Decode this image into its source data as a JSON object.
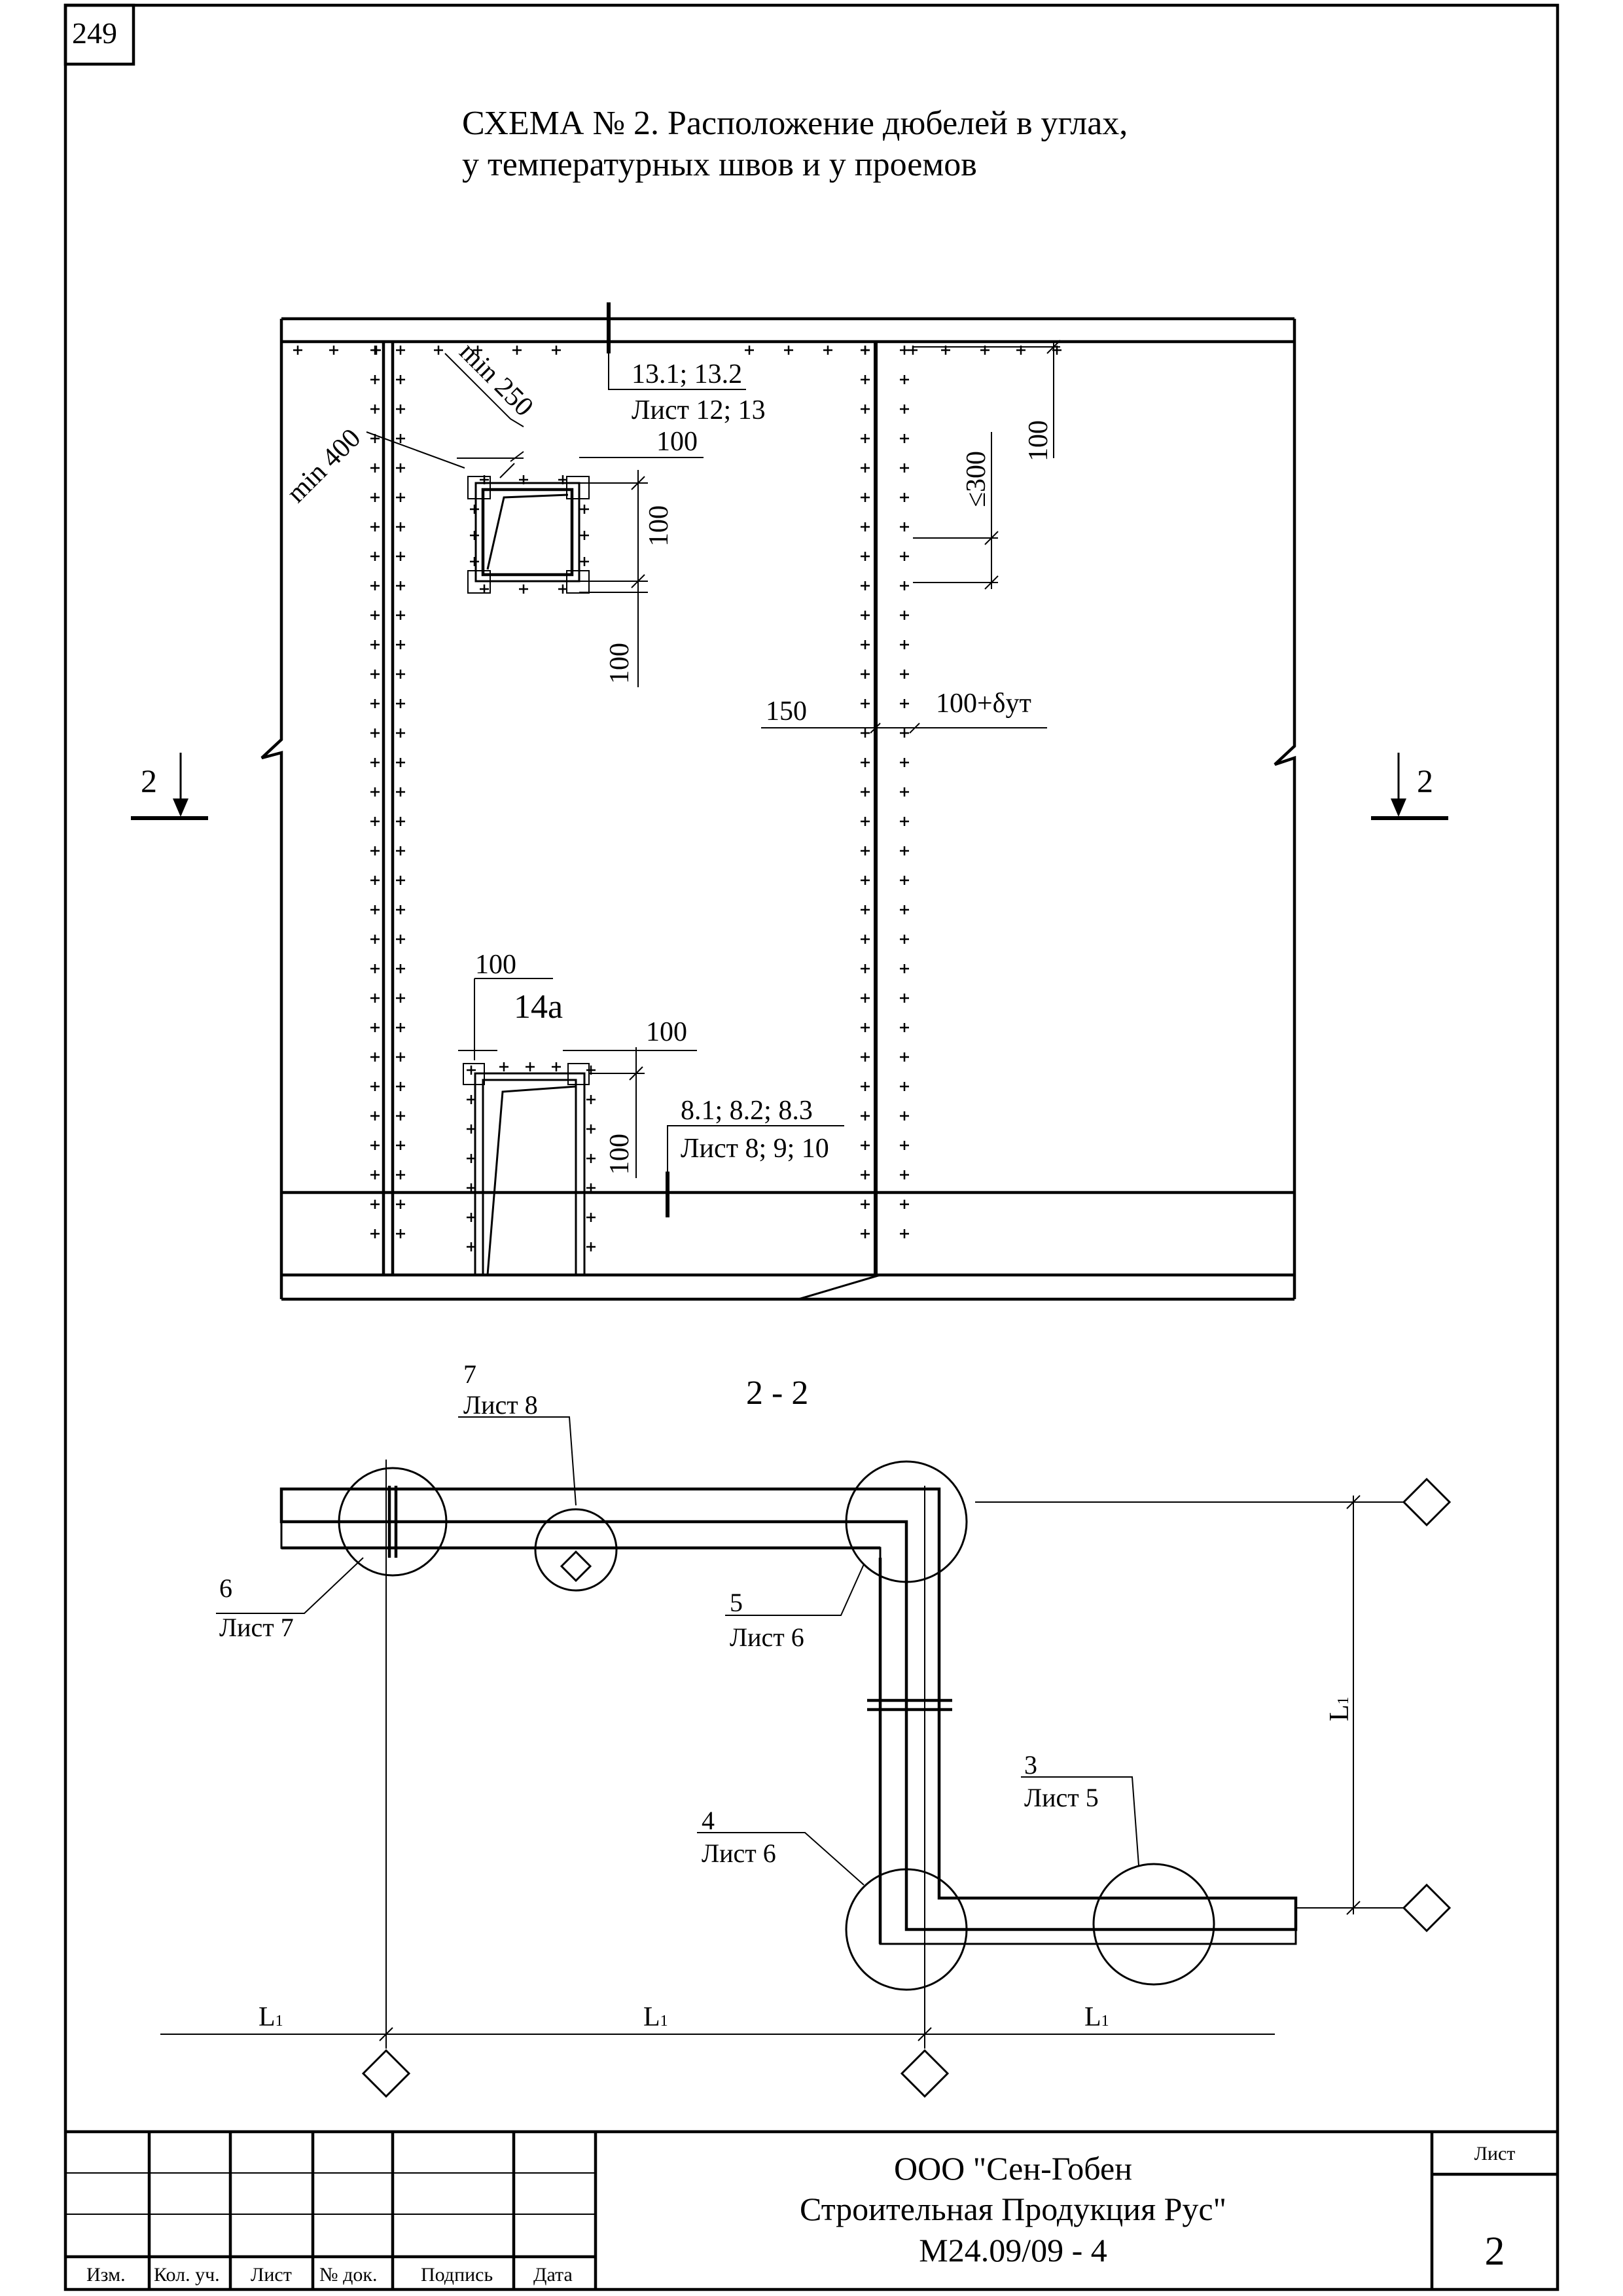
{
  "page_number": "249",
  "title": {
    "line1": "СХЕМА № 2. Расположение дюбелей в углах,",
    "line2": "у температурных швов и у проемов"
  },
  "elevation": {
    "section_mark": "2",
    "dims": {
      "min_400": "min 400",
      "min_250": "min 250",
      "d100_a": "100",
      "d100_b": "100",
      "d100_c": "100",
      "d100_right": "100",
      "le_300": "≤300",
      "d150": "150",
      "d100_dyt": "100+δут",
      "d100_door_top": "100",
      "d100_door_right": "100",
      "d100_door_vert": "100"
    },
    "labels": {
      "ref_top_line1": "13.1; 13.2",
      "ref_top_line2": "Лист 12; 13",
      "ref_bottom_line1": "8.1; 8.2; 8.3",
      "ref_bottom_line2": "Лист 8; 9; 10",
      "door_mark": "14а"
    }
  },
  "section": {
    "title": "2 - 2",
    "callouts": [
      {
        "num": "7",
        "sheet": "Лист 8"
      },
      {
        "num": "6",
        "sheet": "Лист 7"
      },
      {
        "num": "5",
        "sheet": "Лист 6"
      },
      {
        "num": "4",
        "sheet": "Лист 6"
      },
      {
        "num": "3",
        "sheet": "Лист 5"
      }
    ],
    "dim_L": "L",
    "dim_L_sub": "1"
  },
  "title_block": {
    "company_line1": "ООО \"Сен-Гобен",
    "company_line2": "Строительная Продукция Рус\"",
    "doc_code": "М24.09/09 - 4",
    "sheet_label": "Лист",
    "sheet_number": "2",
    "columns": [
      "Изм.",
      "Кол. уч.",
      "Лист",
      "№ док.",
      "Подпись",
      "Дата"
    ]
  }
}
